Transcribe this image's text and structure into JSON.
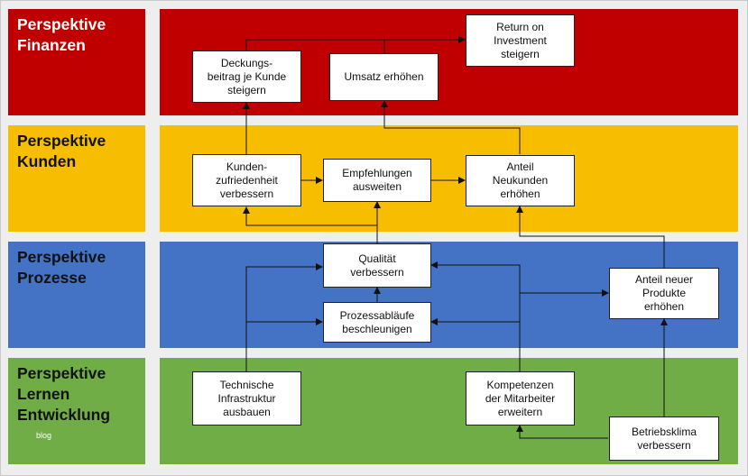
{
  "bands": [
    {
      "id": "finanzen",
      "title_lines": [
        "Perspektive",
        "Finanzen"
      ],
      "color": "#c00000"
    },
    {
      "id": "kunden",
      "title_lines": [
        "Perspektive",
        "Kunden"
      ],
      "color": "#f7bd00"
    },
    {
      "id": "prozesse",
      "title_lines": [
        "Perspektive",
        "Prozesse"
      ],
      "color": "#4472c4"
    },
    {
      "id": "lernen",
      "title_lines": [
        "Perspektive",
        "Lernen",
        "Entwicklung"
      ],
      "color": "#70ad47"
    }
  ],
  "boxes": {
    "deckungsbeitrag": [
      "Deckungs-",
      "beitrag je Kunde",
      "steigern"
    ],
    "umsatz": [
      "Umsatz erhöhen"
    ],
    "roi": [
      "Return on",
      "Investment",
      "steigern"
    ],
    "kundenzufriedenheit": [
      "Kunden-",
      "zufriedenheit",
      "verbessern"
    ],
    "empfehlungen": [
      "Empfehlungen",
      "ausweiten"
    ],
    "neukunden": [
      "Anteil",
      "Neukunden",
      "erhöhen"
    ],
    "qualitaet": [
      "Qualität",
      "verbessern"
    ],
    "prozessablaeufe": [
      "Prozessabläufe",
      "beschleunigen"
    ],
    "neue_produkte": [
      "Anteil neuer",
      "Produkte",
      "erhöhen"
    ],
    "infrastruktur": [
      "Technische",
      "Infrastruktur",
      "ausbauen"
    ],
    "kompetenzen": [
      "Kompetenzen",
      "der Mitarbeiter",
      "erweitern"
    ],
    "betriebsklima": [
      "Betriebsklima",
      "verbessern"
    ]
  },
  "watermark": "blog"
}
